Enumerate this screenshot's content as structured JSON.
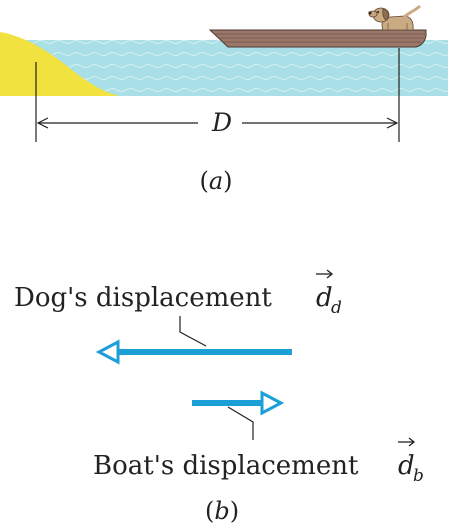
{
  "figure_a": {
    "distance_label": "D",
    "panel_label_open": "(",
    "panel_label_letter": "a",
    "panel_label_close": ")"
  },
  "figure_b": {
    "dog_caption": "Dog's displacement",
    "dog_vector_symbol": "d",
    "dog_vector_subscript": "d",
    "boat_caption": "Boat's displacement",
    "boat_vector_symbol": "d",
    "boat_vector_subscript": "b",
    "panel_label_open": "(",
    "panel_label_letter": "b",
    "panel_label_close": ")"
  },
  "colors": {
    "water": "#a9dfe6",
    "shore": "#f1e23f",
    "boat": "#9b776a",
    "dog": "#c9aa83",
    "vector": "#1a9fd7"
  }
}
